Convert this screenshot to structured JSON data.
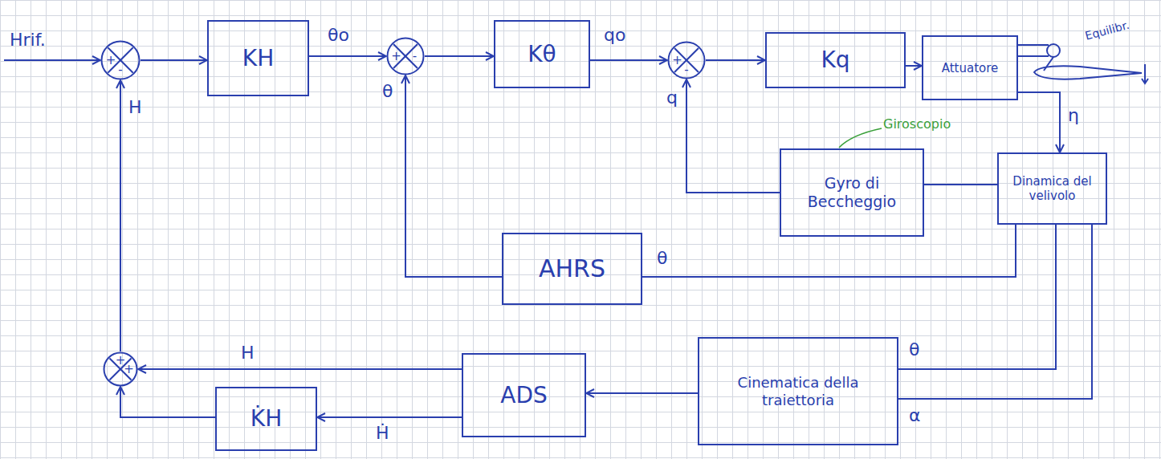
{
  "diagram": {
    "nodes": [
      {
        "text": [
          "+",
          "-"
        ]
      },
      {
        "text": [
          "KH"
        ]
      },
      {
        "text": [
          "+",
          "-"
        ]
      },
      {
        "text": [
          "Kθ"
        ]
      },
      {
        "text": [
          "+",
          "-"
        ]
      },
      {
        "text": [
          "Kq"
        ]
      },
      {
        "text": [
          "Attuatore"
        ]
      },
      {
        "text": [
          "Gyro di Beccheggio"
        ]
      },
      {
        "text": [
          "Dinamica del velivolo"
        ]
      },
      {
        "text": [
          "AHRS"
        ]
      },
      {
        "text": [
          "+",
          "+"
        ]
      },
      {
        "text": [
          "ADS"
        ]
      },
      {
        "text": [
          "Cinematica della traiettoria"
        ]
      },
      {
        "text": [
          "K̇H"
        ]
      }
    ],
    "edges": [
      {
        "from": 0,
        "to": 1,
        "arrow": "to"
      },
      {
        "from": 1,
        "to": 2,
        "label": "θo",
        "arrow": "to"
      },
      {
        "from": 2,
        "to": 3,
        "arrow": "to"
      },
      {
        "from": 3,
        "to": 4,
        "label": "qo",
        "arrow": "to"
      },
      {
        "from": 4,
        "to": 5,
        "arrow": "to"
      },
      {
        "from": 5,
        "to": 6,
        "arrow": "to"
      },
      {
        "from": 6,
        "to": 8,
        "label": "η",
        "arrow": "to"
      },
      {
        "from": 8,
        "to": 7,
        "arrow": "none"
      },
      {
        "from": 7,
        "to": 4,
        "label": "q",
        "arrow": "to"
      },
      {
        "from": 8,
        "to": 9,
        "label": "θ",
        "arrow": "none"
      },
      {
        "from": 9,
        "to": 2,
        "label": "θ",
        "arrow": "to"
      },
      {
        "from": 8,
        "to": 12,
        "label": "θ",
        "arrow": "none"
      },
      {
        "from": 8,
        "to": 12,
        "label": "α",
        "arrow": "none"
      },
      {
        "from": 12,
        "to": 11,
        "arrow": "to"
      },
      {
        "from": 11,
        "to": 10,
        "label": "H",
        "arrow": "to"
      },
      {
        "from": 11,
        "to": 13,
        "label": "Ḣ",
        "arrow": "to"
      },
      {
        "from": 13,
        "to": 10,
        "arrow": "to"
      },
      {
        "from": 10,
        "to": 0,
        "label": "H",
        "arrow": "to"
      }
    ],
    "labels": [
      "Hrif.",
      "Giroscopio",
      "Equilibr."
    ]
  }
}
